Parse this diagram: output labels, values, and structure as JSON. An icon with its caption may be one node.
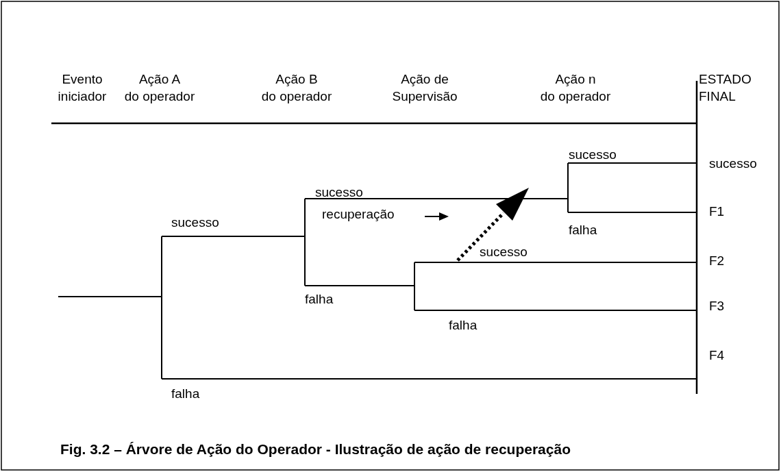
{
  "diagram": {
    "caption": "Fig. 3.2 – Árvore de Ação do Operador - Ilustração de ação de recuperação",
    "labels": [
      "Evento iniciador",
      "Ação A do operador",
      "Ação B do operador",
      "Ação de Supervisão",
      "Ação n do operador",
      "ESTADO FINAL",
      "sucesso",
      "sucesso",
      "sucesso",
      "recuperação",
      "sucesso",
      "F1",
      "falha",
      "sucesso",
      "F2",
      "falha",
      "F3",
      "falha",
      "F4",
      "falha"
    ]
  }
}
